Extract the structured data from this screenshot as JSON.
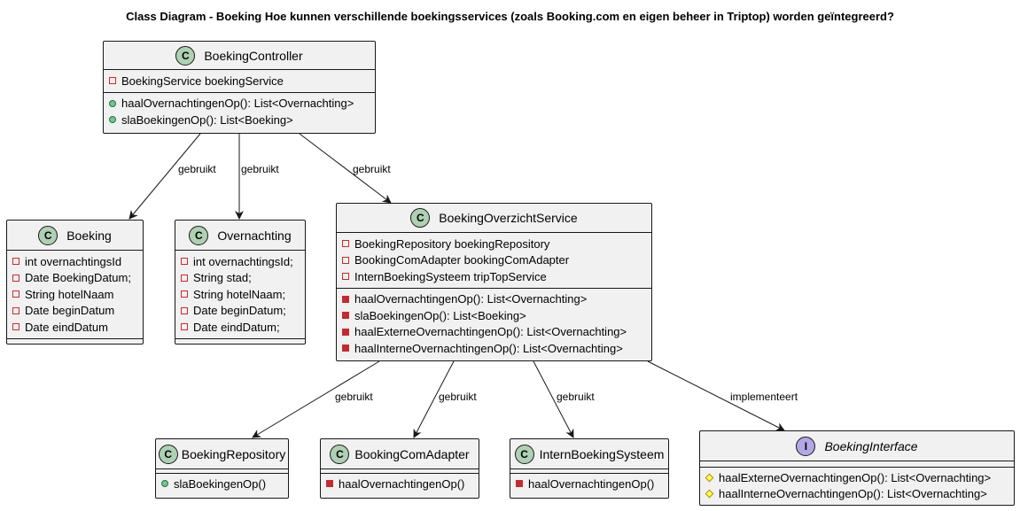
{
  "title": "Class Diagram - Boeking Hoe kunnen verschillende boekingsservices (zoals Booking.com en eigen beheer in Triptop) worden geïntegreerd?",
  "badges": {
    "class": "C",
    "interface": "I"
  },
  "colors": {
    "class_fill": "#f1f1f1",
    "border": "#181818",
    "class_badge": "#add1b2",
    "interface_badge": "#b4a7e5",
    "private": "#c82930",
    "public": "#84be84",
    "protected": "#ffff44"
  },
  "classes": {
    "boekingController": {
      "name": "BoekingController",
      "fields": [
        "BoekingService boekingService"
      ],
      "methods": [
        "haalOvernachtingenOp(): List<Overnachting>",
        "slaBoekingenOp(): List<Boeking>"
      ]
    },
    "boeking": {
      "name": "Boeking",
      "fields": [
        "int overnachtingsId",
        "Date BoekingDatum;",
        "String hotelNaam",
        "Date beginDatum",
        "Date eindDatum"
      ]
    },
    "overnachting": {
      "name": "Overnachting",
      "fields": [
        "int overnachtingsId;",
        "String stad;",
        "String hotelNaam;",
        "Date beginDatum;",
        "Date eindDatum;"
      ]
    },
    "boekingOverzichtService": {
      "name": "BoekingOverzichtService",
      "fields": [
        "BoekingRepository boekingRepository",
        "BookingComAdapter bookingComAdapter",
        "InternBoekingSysteem tripTopService"
      ],
      "methods": [
        "haalOvernachtingenOp(): List<Overnachting>",
        "slaBoekingenOp(): List<Boeking>",
        "haalExterneOvernachtingenOp(): List<Overnachting>",
        "haalInterneOvernachtingenOp(): List<Overnachting>"
      ]
    },
    "boekingRepository": {
      "name": "BoekingRepository",
      "methods": [
        "slaBoekingenOp()"
      ]
    },
    "bookingComAdapter": {
      "name": "BookingComAdapter",
      "methods": [
        "haalOvernachtingenOp()"
      ]
    },
    "internBoekingSysteem": {
      "name": "InternBoekingSysteem",
      "methods": [
        "haalOvernachtingenOp()"
      ]
    },
    "boekingInterface": {
      "name": "BoekingInterface",
      "methods": [
        "haalExterneOvernachtingenOp(): List<Overnachting>",
        "haalInterneOvernachtingenOp(): List<Overnachting>"
      ]
    }
  },
  "relations": [
    {
      "from": "BoekingController",
      "to": "Boeking",
      "label": "gebruikt"
    },
    {
      "from": "BoekingController",
      "to": "Overnachting",
      "label": "gebruikt"
    },
    {
      "from": "BoekingController",
      "to": "BoekingOverzichtService",
      "label": "gebruikt"
    },
    {
      "from": "BoekingOverzichtService",
      "to": "BoekingRepository",
      "label": "gebruikt"
    },
    {
      "from": "BoekingOverzichtService",
      "to": "BookingComAdapter",
      "label": "gebruikt"
    },
    {
      "from": "BoekingOverzichtService",
      "to": "InternBoekingSysteem",
      "label": "gebruikt"
    },
    {
      "from": "BoekingOverzichtService",
      "to": "BoekingInterface",
      "label": "implementeert"
    }
  ]
}
